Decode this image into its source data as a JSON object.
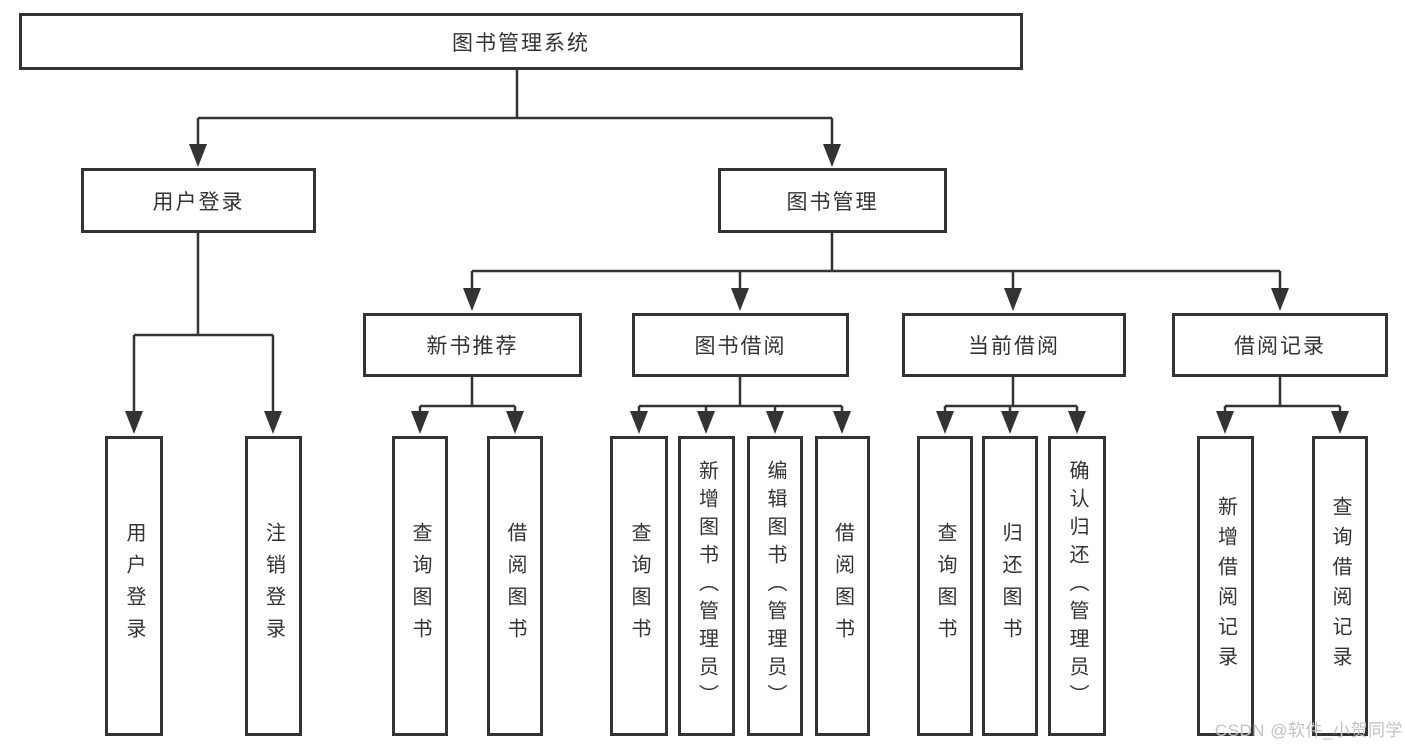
{
  "title": "图书管理系统",
  "tree": {
    "label": "图书管理系统",
    "children": [
      {
        "label": "用户登录",
        "children": [
          {
            "label": "用户登录"
          },
          {
            "label": "注销登录"
          }
        ]
      },
      {
        "label": "图书管理",
        "children": [
          {
            "label": "新书推荐",
            "children": [
              {
                "label": "查询图书"
              },
              {
                "label": "借阅图书"
              }
            ]
          },
          {
            "label": "图书借阅",
            "children": [
              {
                "label": "查询图书"
              },
              {
                "label": "新增图书（管理员）"
              },
              {
                "label": "编辑图书（管理员）"
              },
              {
                "label": "借阅图书"
              }
            ]
          },
          {
            "label": "当前借阅",
            "children": [
              {
                "label": "查询图书"
              },
              {
                "label": "归还图书"
              },
              {
                "label": "确认归还（管理员）"
              }
            ]
          },
          {
            "label": "借阅记录",
            "children": [
              {
                "label": "新增借阅记录"
              },
              {
                "label": "查询借阅记录"
              }
            ]
          }
        ]
      }
    ]
  },
  "watermark": "CSDN @软件_小贺同学",
  "colors": {
    "line": "#333333",
    "text": "#333333",
    "box_background": "#ffffff",
    "page_background": "#ffffff",
    "watermark": "#c3c3c3"
  }
}
